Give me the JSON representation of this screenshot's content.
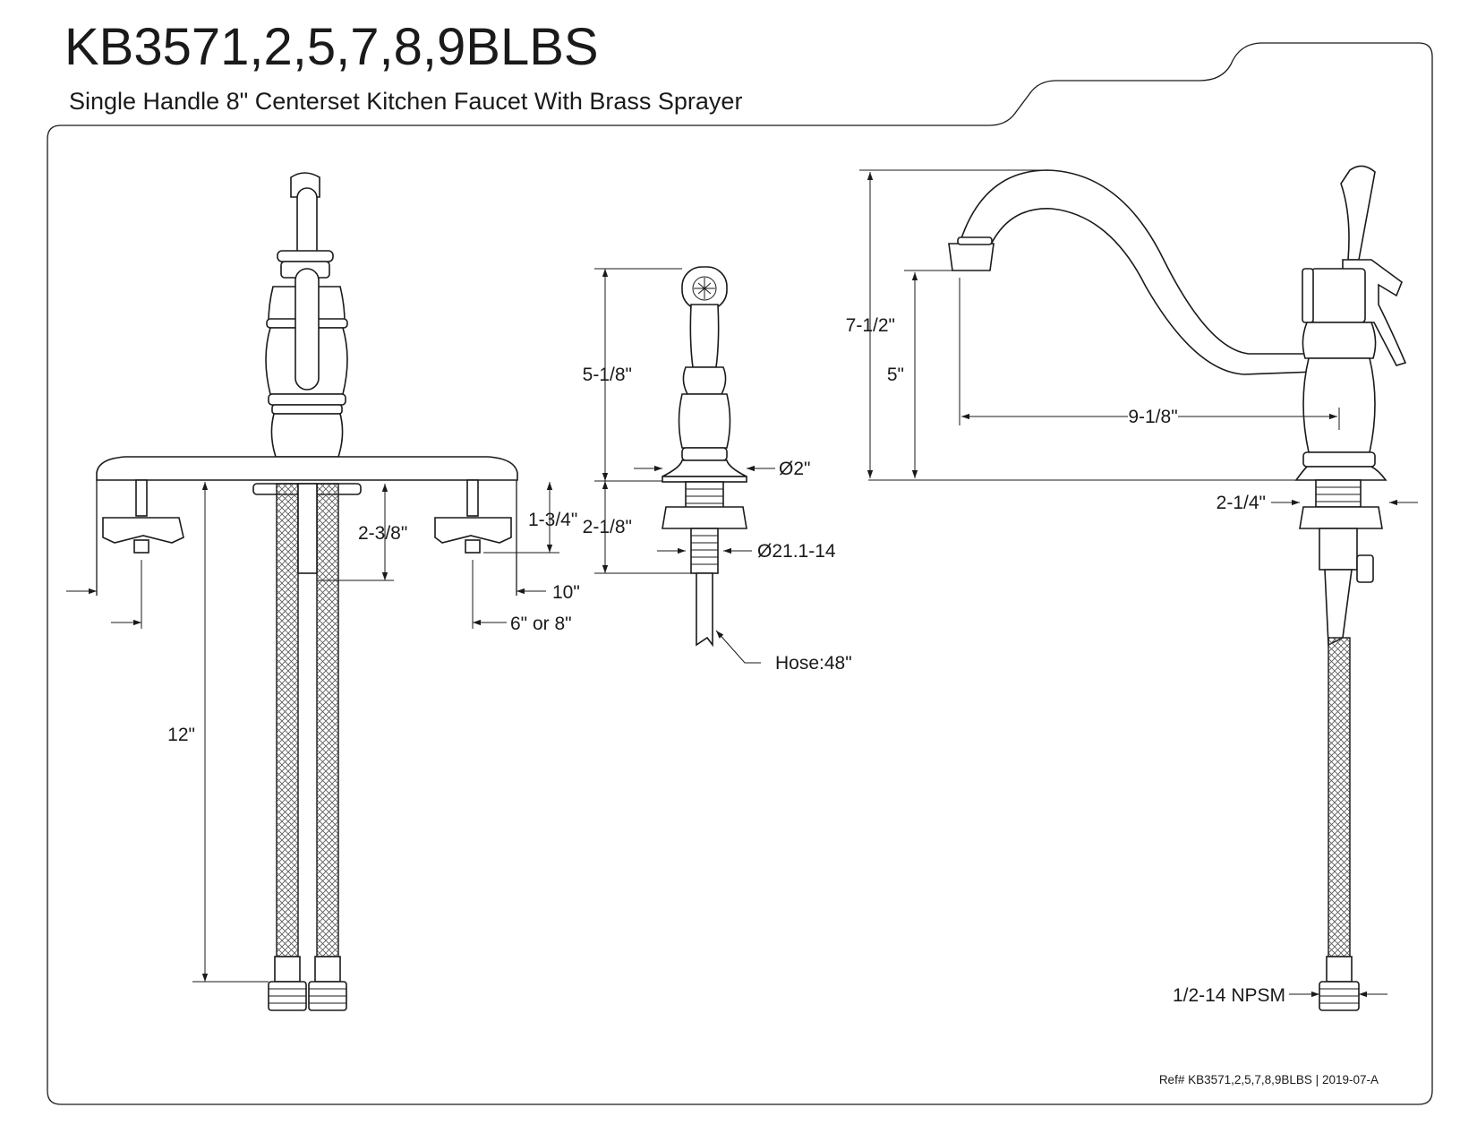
{
  "header": {
    "title": "KB3571,2,5,7,8,9BLBS",
    "subtitle": "Single Handle 8\" Centerset Kitchen Faucet With Brass Sprayer"
  },
  "footer": {
    "reference": "Ref# KB3571,2,5,7,8,9BLBS | 2019-07-A"
  },
  "front_view": {
    "dim_2_3_8": "2-3/8\"",
    "dim_1_3_4": "1-3/4\"",
    "dim_10": "10\"",
    "dim_6_or_8": "6\" or 8\"",
    "dim_12": "12\""
  },
  "sprayer_view": {
    "dim_5_1_8": "5-1/8\"",
    "dim_2_1_8": "2-1/8\"",
    "dia_2": "Ø2\"",
    "thread": "Ø21.1-14",
    "hose": "Hose:48\""
  },
  "side_view": {
    "dim_7_1_2": "7-1/2\"",
    "dim_5": "5\"",
    "dim_9_1_8": "9-1/8\"",
    "dim_2_1_4": "2-1/4\"",
    "npsm": "1/2-14 NPSM"
  }
}
